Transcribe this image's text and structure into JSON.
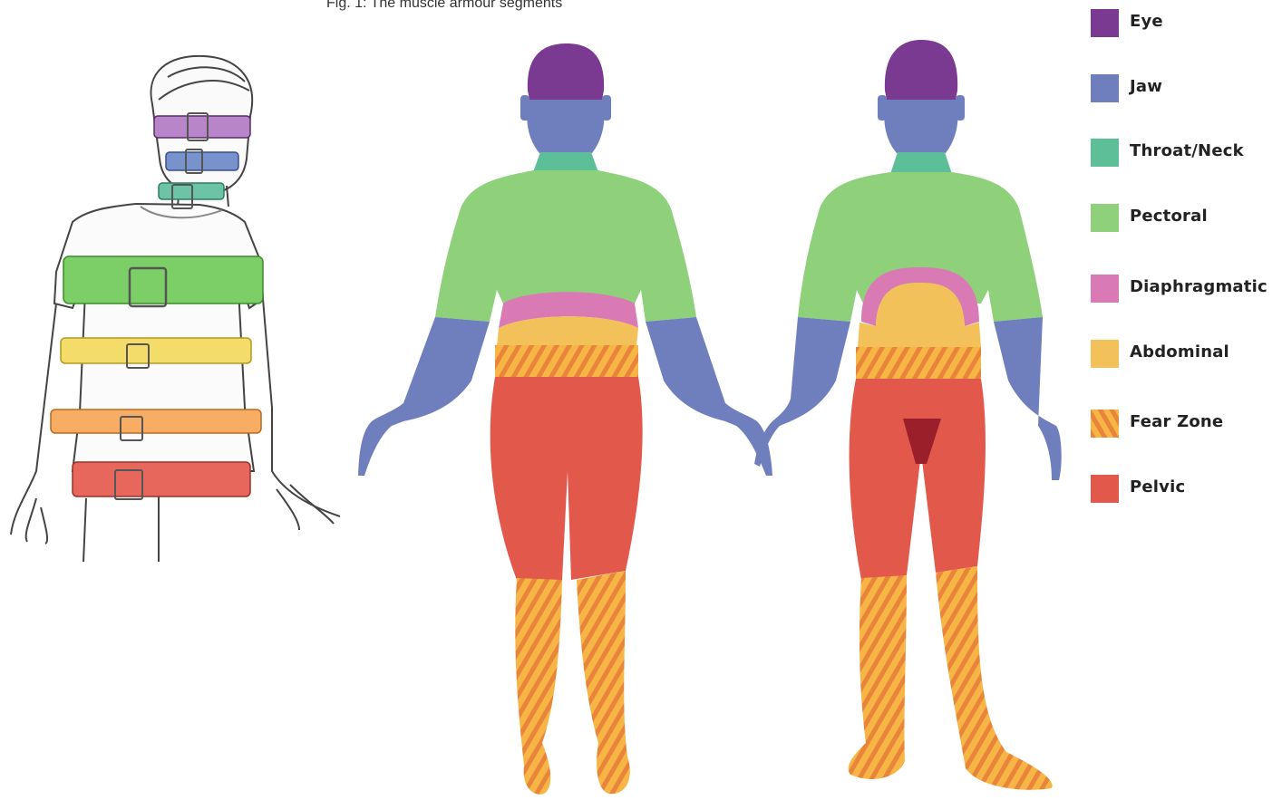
{
  "caption": "Fig. 1: The muscle armour segments",
  "legend": [
    {
      "label": "Eye",
      "color": "#7b3a91",
      "pattern": "solid"
    },
    {
      "label": "Jaw",
      "color": "#6f7fbd",
      "pattern": "solid"
    },
    {
      "label": "Throat/Neck",
      "color": "#5dbf97",
      "pattern": "solid"
    },
    {
      "label": "Pectoral",
      "color": "#8fd07a",
      "pattern": "solid"
    },
    {
      "label": "Diaphragmatic",
      "color": "#d97ab5",
      "pattern": "solid"
    },
    {
      "label": "Abdominal",
      "color": "#f2c15a",
      "pattern": "solid"
    },
    {
      "label": "Fear Zone",
      "color": "#f5a53a",
      "pattern": "striped"
    },
    {
      "label": "Pelvic",
      "color": "#e2584b",
      "pattern": "solid"
    }
  ]
}
